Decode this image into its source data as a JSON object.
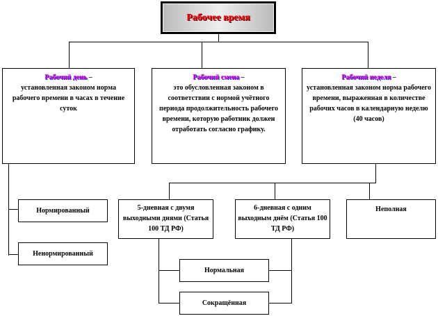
{
  "title": "Рабочее время",
  "definitions": [
    {
      "term": "Рабочий  день",
      "dash": " –",
      "text": "установленная законом норма рабочего времени в часах в течение суток"
    },
    {
      "term": "Рабочий  смена",
      "dash": " –",
      "text": "это обусловленная законом в соответствии  с нормой учётного периода продолжительность  рабочего времени, которую работник должен отработать согласно графику."
    },
    {
      "term": "Рабочий  неделя",
      "dash": " –",
      "text": "установленная законом норма рабочего времени, выраженная в количестве рабочих часов в календарную неделю  (40 часов)"
    }
  ],
  "day_types": [
    "Нормированный",
    "Ненормированный"
  ],
  "week_types": [
    "5-дневная  с двумя выходными днями (Статья  100  ТД РФ)",
    "6-дневная  с одним выходным днём (Статья  100  ТД РФ)",
    "Неполная"
  ],
  "duration_types": [
    "Нормальная",
    "Сокращённая"
  ],
  "colors": {
    "title": "#ff0000",
    "term": "#e000e0"
  }
}
